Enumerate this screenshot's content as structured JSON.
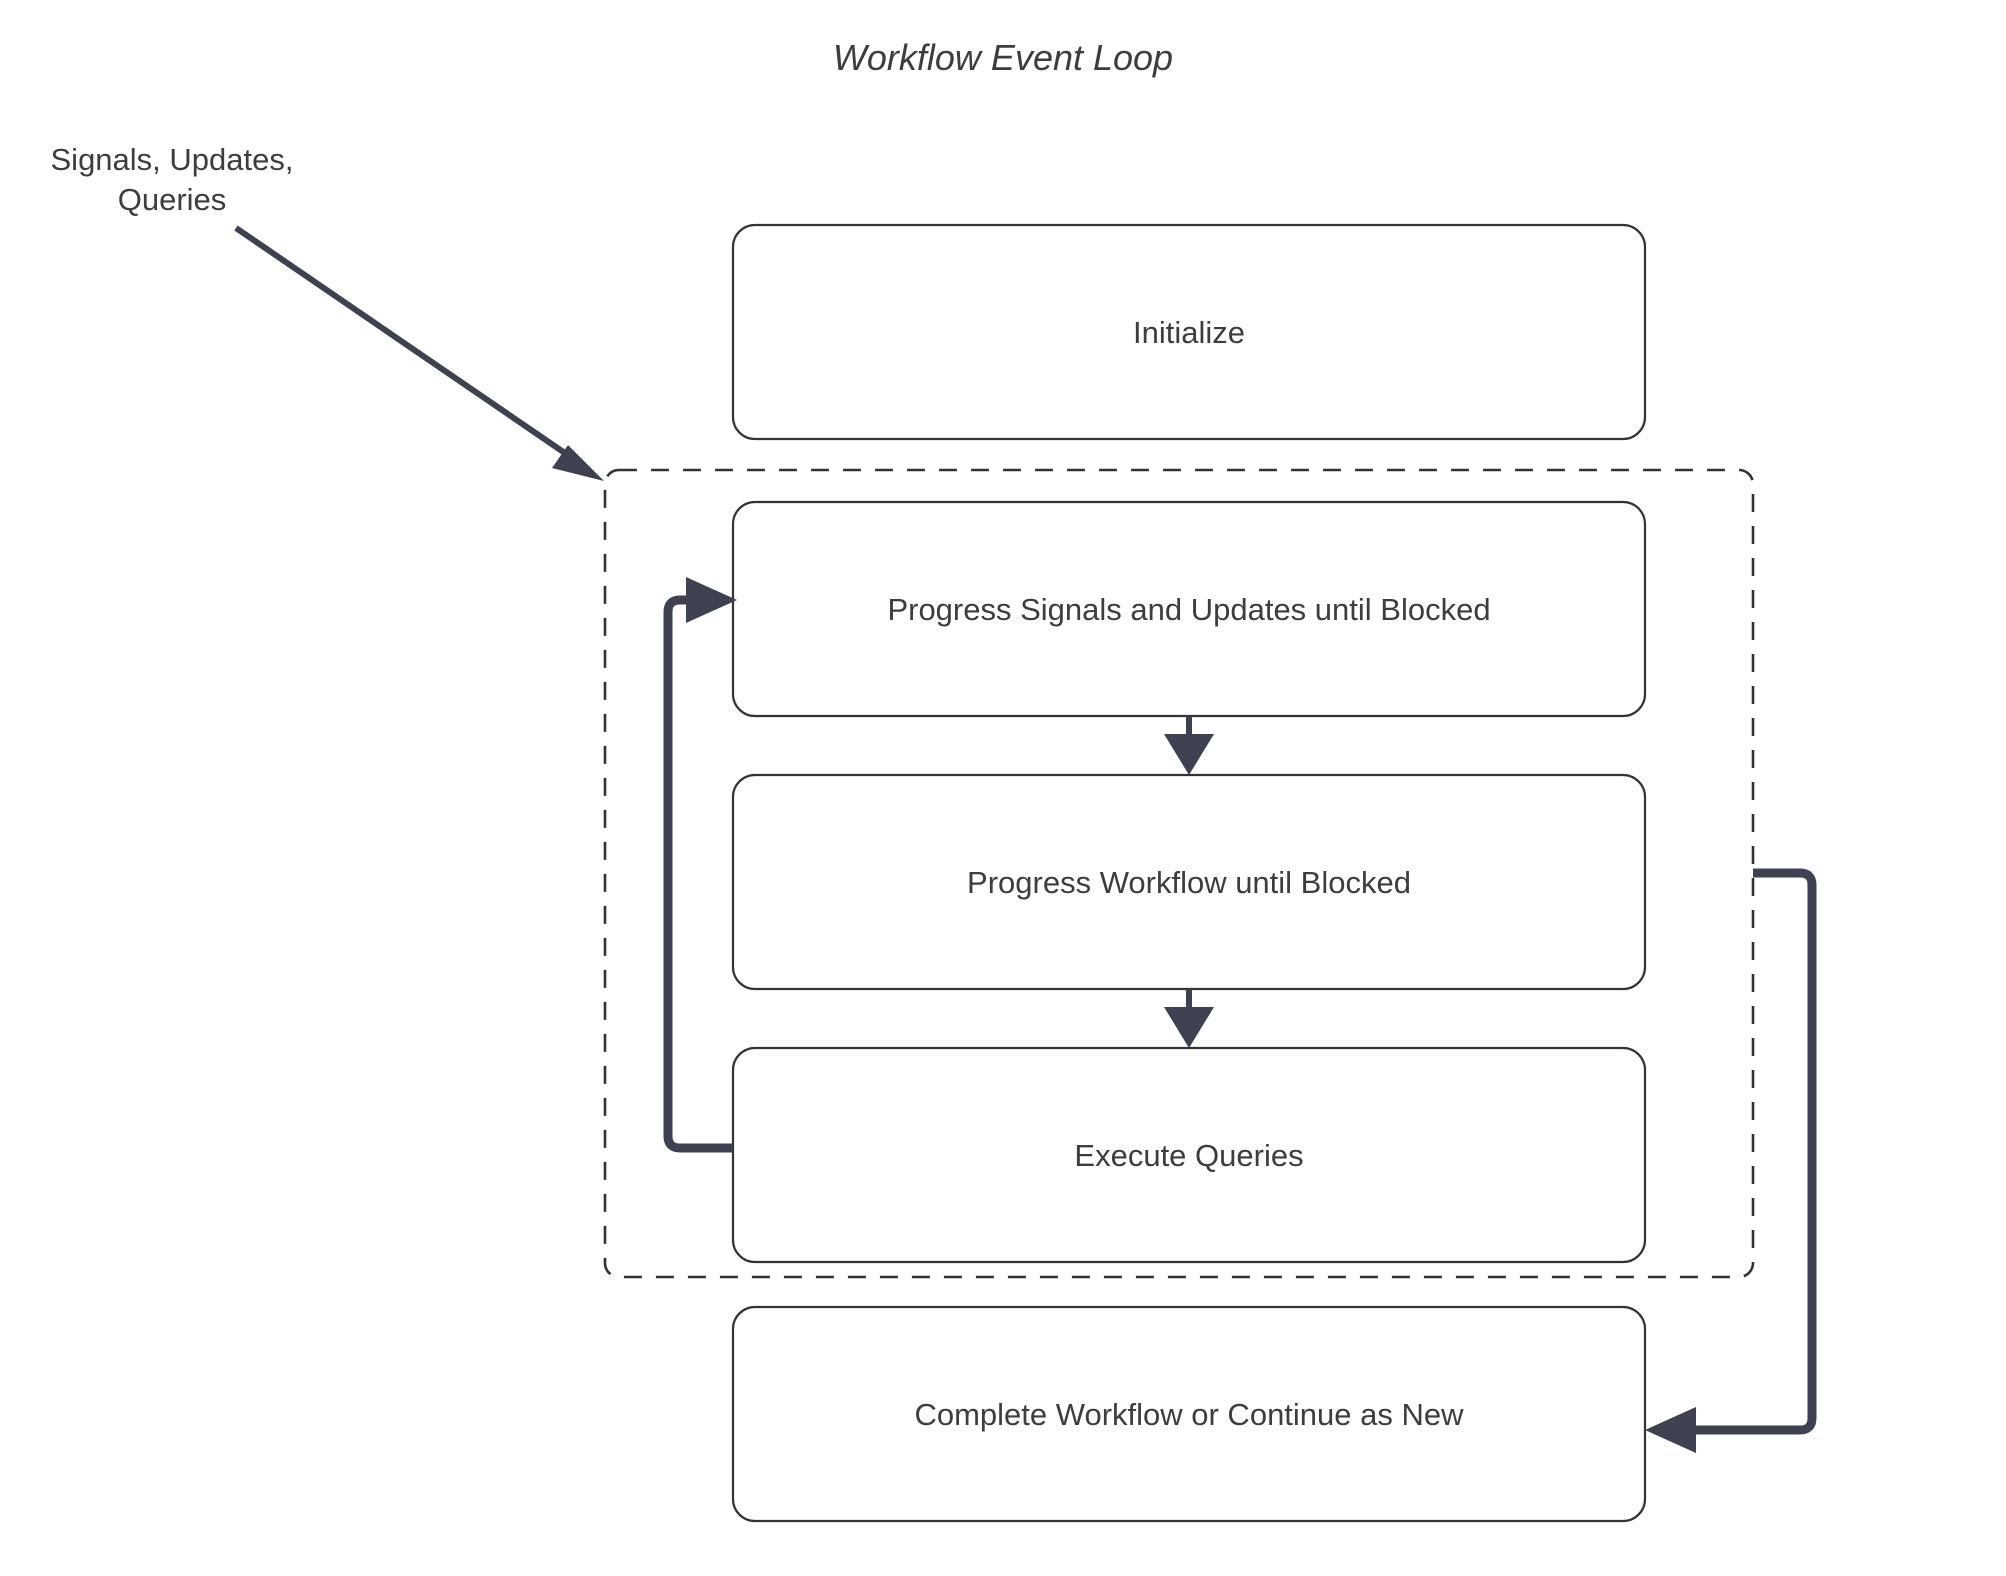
{
  "diagram": {
    "title": "Workflow Event Loop",
    "background_color": "#ffffff",
    "node_text_color": "#3d3d3d",
    "node_border_color": "#333333",
    "edge_color": "#3e4250",
    "group_border_style": "dashed",
    "nodes": [
      {
        "id": "initialize",
        "label": "Initialize"
      },
      {
        "id": "progress-signals",
        "label": "Progress Signals and Updates until Blocked"
      },
      {
        "id": "progress-workflow",
        "label": "Progress Workflow until Blocked"
      },
      {
        "id": "execute-queries",
        "label": "Execute Queries"
      },
      {
        "id": "complete-workflow",
        "label": "Complete Workflow or Continue as New"
      }
    ],
    "edge_labels": [
      {
        "id": "external-input",
        "line1": "Signals, Updates,",
        "line2": "Queries"
      }
    ]
  }
}
